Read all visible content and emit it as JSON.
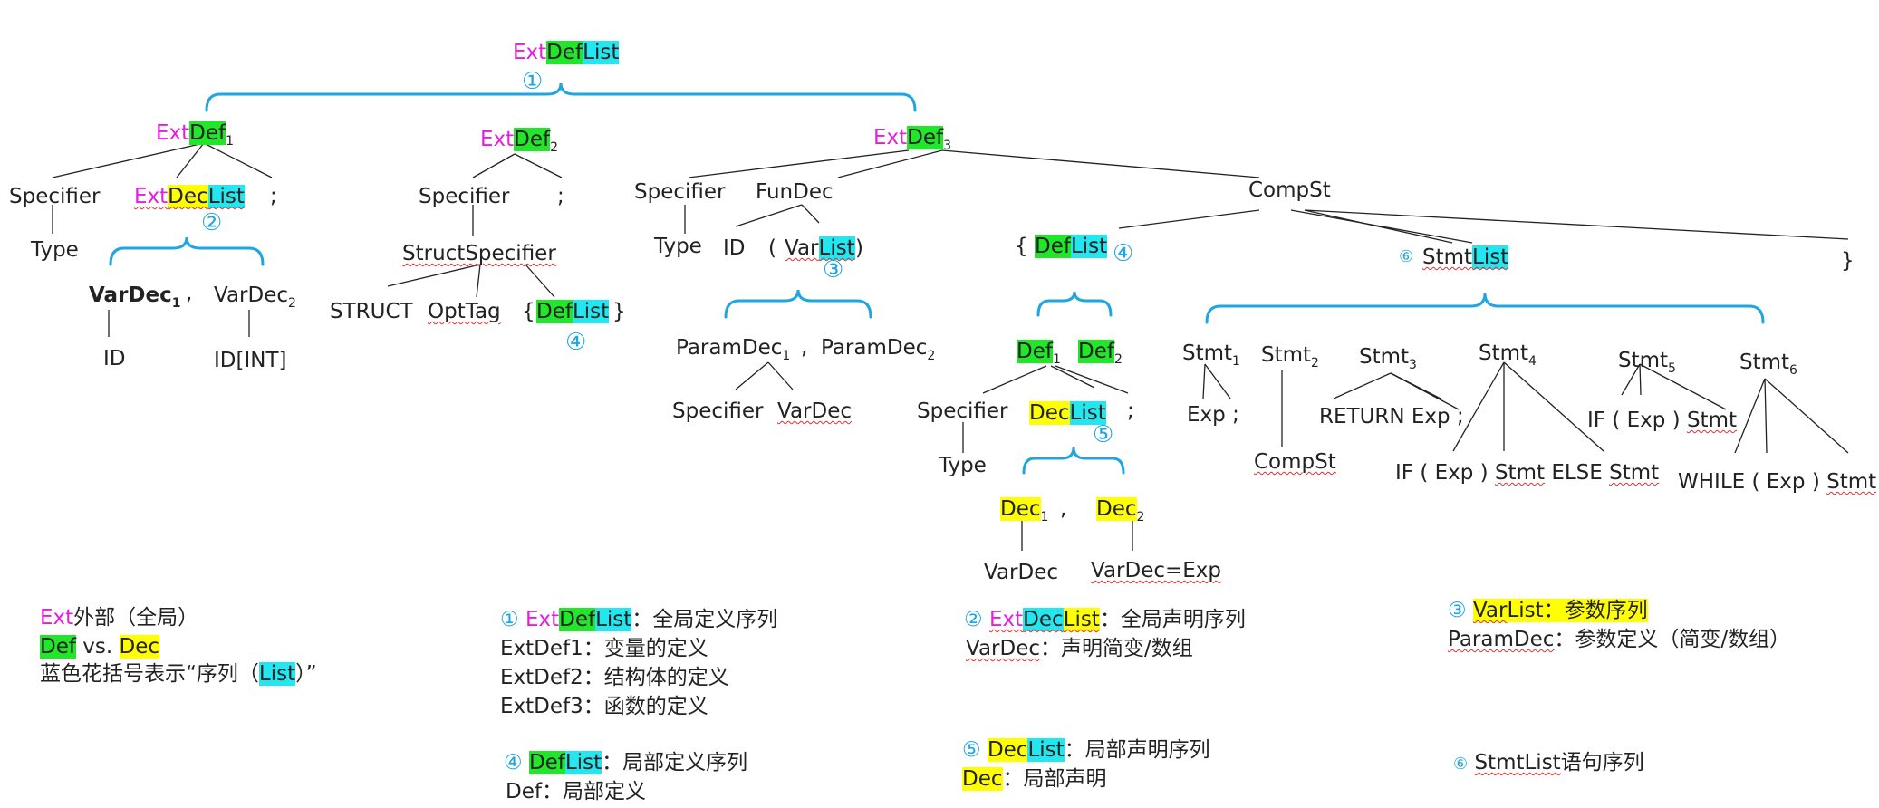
{
  "accent_colors": {
    "ext": "#e61edc",
    "def": "#22e62a",
    "list": "#22e6f0",
    "dec": "#ffff00",
    "brace": "#1fa6e0"
  },
  "tree": {
    "root": [
      "Ext",
      "Def",
      "List"
    ],
    "n1": "①",
    "extdef1": [
      "Ext",
      "Def",
      "1"
    ],
    "extdef2": [
      "Ext",
      "Def",
      "2"
    ],
    "extdef3": [
      "Ext",
      "Def",
      "3"
    ],
    "specifier": "Specifier",
    "type": "Type",
    "extdeclist": [
      "Ext",
      "Dec",
      "List"
    ],
    "semi": ";",
    "comma": ",",
    "n2": "②",
    "vardec1": [
      "VarDec",
      "1"
    ],
    "vardec2": [
      "VarDec",
      "2"
    ],
    "id": "ID",
    "idint": "ID[INT]",
    "structspecifier": "StructSpecifier",
    "struct": "STRUCT",
    "opttag": "OptTag",
    "lbrace": "{",
    "rbrace": "}",
    "deflist": [
      "Def",
      "List"
    ],
    "n4": "④",
    "fundec": "FunDec",
    "compst": "CompSt",
    "lparen": "(",
    "rparen": ")",
    "varlist": [
      "Var",
      "List"
    ],
    "n3": "③",
    "paramdec1": [
      "ParamDec",
      "1"
    ],
    "paramdec2": [
      "ParamDec",
      "2"
    ],
    "vardec": "VarDec",
    "def1": [
      "Def",
      "1"
    ],
    "def2": [
      "Def",
      "2"
    ],
    "declist": [
      "Dec",
      "List"
    ],
    "n5": "⑤",
    "dec1": [
      "Dec",
      "1"
    ],
    "dec2": [
      "Dec",
      "2"
    ],
    "vardec_eq": "VarDec=Exp",
    "n6": "⑥",
    "stmtlist": [
      "Stmt",
      "List"
    ],
    "stmt": "Stmt",
    "stmt_subs": [
      "1",
      "2",
      "3",
      "4",
      "5",
      "6"
    ],
    "exp": "Exp",
    "return_exp": "RETURN Exp",
    "if_exp": "IF ( Exp )",
    "else": "ELSE",
    "while_exp": "WHILE ( Exp )"
  },
  "legend": {
    "l1": {
      "ext": "Ext",
      "rest": "外部（全局）"
    },
    "l2": {
      "def": "Def",
      "vs": " vs. ",
      "dec": "Dec"
    },
    "l3": {
      "pre": "蓝色花括号表示“序列（",
      "list": "List",
      "post": "）”"
    },
    "c1": {
      "num": "①",
      "ext": "Ext",
      "def": "Def",
      "list": "List",
      "desc": "：全局定义序列"
    },
    "c1_items": [
      "ExtDef1：变量的定义",
      "ExtDef2：结构体的定义",
      "ExtDef3：函数的定义"
    ],
    "c4": {
      "num": "④",
      "def": "Def",
      "list": "List",
      "desc": "：局部定义序列"
    },
    "c4_item": "Def：局部定义",
    "c2": {
      "num": "②",
      "ext": "Ext",
      "dec": "Dec",
      "list": "List",
      "desc": "：全局声明序列"
    },
    "c2_item": {
      "vardec": "VarDec",
      "desc": "：声明简变/数组"
    },
    "c5": {
      "num": "⑤",
      "dec": "Dec",
      "list": "List",
      "desc": "：局部声明序列"
    },
    "c5_item": {
      "dec": "Dec",
      "desc": "：局部声明"
    },
    "c3": {
      "num": "③",
      "var": "Var",
      "list": "List",
      "desc": "：参数序列"
    },
    "c3_item": {
      "paramdec": "ParamDec",
      "desc": "：参数定义（简变/数组）"
    },
    "c6": {
      "num": "⑥",
      "stmtlist": "StmtList",
      "desc": "语句序列"
    }
  }
}
